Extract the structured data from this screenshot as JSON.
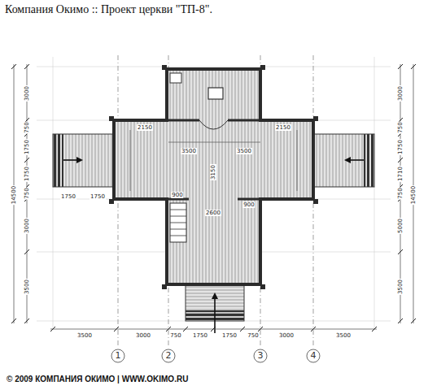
{
  "diagram": {
    "title": "Компания Окимо :: Проект церкви \"ТП-8\".",
    "caption": "© 2009 КОМПАНИЯ ОКИМО | WWW.OKIMO.RU",
    "labels": [
      "3500",
      "3000",
      "750",
      "1750",
      "1750",
      "750",
      "3000",
      "3500",
      "1",
      "2",
      "3",
      "4",
      "14500",
      "3000",
      "750",
      "1750",
      "1750",
      "750",
      "3000",
      "3500",
      "14500",
      "3000",
      "750",
      "1750",
      "1710",
      "750",
      "5000",
      "3500",
      "2150",
      "2150",
      "3500",
      "3500",
      "3150",
      "2600",
      "900",
      "900",
      "1750",
      "1750"
    ]
  }
}
